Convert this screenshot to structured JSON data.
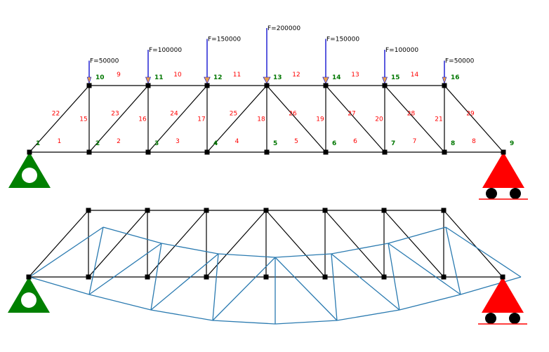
{
  "colors": {
    "member": "#000000",
    "member_label": "#ff0000",
    "node_label": "#007700",
    "node": "#000000",
    "load_arrow": "#0000cc",
    "load_head": "#e8a050",
    "pin_support": "#008000",
    "roller_support": "#ff0000",
    "deformed": "#2a7ab0"
  },
  "nodes": [
    {
      "id": "1",
      "label": "1"
    },
    {
      "id": "2",
      "label": "2"
    },
    {
      "id": "3",
      "label": "3"
    },
    {
      "id": "4",
      "label": "4"
    },
    {
      "id": "5",
      "label": "5"
    },
    {
      "id": "6",
      "label": "6"
    },
    {
      "id": "7",
      "label": "7"
    },
    {
      "id": "8",
      "label": "8"
    },
    {
      "id": "9",
      "label": "9"
    },
    {
      "id": "10",
      "label": "10"
    },
    {
      "id": "11",
      "label": "11"
    },
    {
      "id": "12",
      "label": "12"
    },
    {
      "id": "13",
      "label": "13"
    },
    {
      "id": "14",
      "label": "14"
    },
    {
      "id": "15",
      "label": "15"
    },
    {
      "id": "16",
      "label": "16"
    }
  ],
  "members": [
    {
      "label": "1",
      "from": "1",
      "to": "2"
    },
    {
      "label": "2",
      "from": "2",
      "to": "3"
    },
    {
      "label": "3",
      "from": "3",
      "to": "4"
    },
    {
      "label": "4",
      "from": "4",
      "to": "5"
    },
    {
      "label": "5",
      "from": "5",
      "to": "6"
    },
    {
      "label": "6",
      "from": "6",
      "to": "7"
    },
    {
      "label": "7",
      "from": "7",
      "to": "8"
    },
    {
      "label": "8",
      "from": "8",
      "to": "9"
    },
    {
      "label": "9",
      "from": "10",
      "to": "11"
    },
    {
      "label": "10",
      "from": "11",
      "to": "12"
    },
    {
      "label": "11",
      "from": "12",
      "to": "13"
    },
    {
      "label": "12",
      "from": "13",
      "to": "14"
    },
    {
      "label": "13",
      "from": "14",
      "to": "15"
    },
    {
      "label": "14",
      "from": "15",
      "to": "16"
    },
    {
      "label": "15",
      "from": "2",
      "to": "10"
    },
    {
      "label": "16",
      "from": "3",
      "to": "11"
    },
    {
      "label": "17",
      "from": "4",
      "to": "12"
    },
    {
      "label": "18",
      "from": "5",
      "to": "13"
    },
    {
      "label": "19",
      "from": "6",
      "to": "14"
    },
    {
      "label": "20",
      "from": "7",
      "to": "15"
    },
    {
      "label": "21",
      "from": "8",
      "to": "16"
    },
    {
      "label": "22",
      "from": "1",
      "to": "10"
    },
    {
      "label": "23",
      "from": "2",
      "to": "11"
    },
    {
      "label": "24",
      "from": "3",
      "to": "12"
    },
    {
      "label": "25",
      "from": "4",
      "to": "13"
    },
    {
      "label": "26",
      "from": "13",
      "to": "6"
    },
    {
      "label": "27",
      "from": "14",
      "to": "7"
    },
    {
      "label": "28",
      "from": "15",
      "to": "8"
    },
    {
      "label": "29",
      "from": "16",
      "to": "9"
    }
  ],
  "loads": [
    {
      "node": "10",
      "label": "F=50000",
      "magnitude": 50000
    },
    {
      "node": "11",
      "label": "F=100000",
      "magnitude": 100000
    },
    {
      "node": "12",
      "label": "F=150000",
      "magnitude": 150000
    },
    {
      "node": "13",
      "label": "F=200000",
      "magnitude": 200000
    },
    {
      "node": "14",
      "label": "F=150000",
      "magnitude": 150000
    },
    {
      "node": "15",
      "label": "F=100000",
      "magnitude": 100000
    },
    {
      "node": "16",
      "label": "F=50000",
      "magnitude": 50000
    }
  ],
  "supports": [
    {
      "node": "1",
      "type": "pin"
    },
    {
      "node": "9",
      "type": "roller"
    }
  ]
}
